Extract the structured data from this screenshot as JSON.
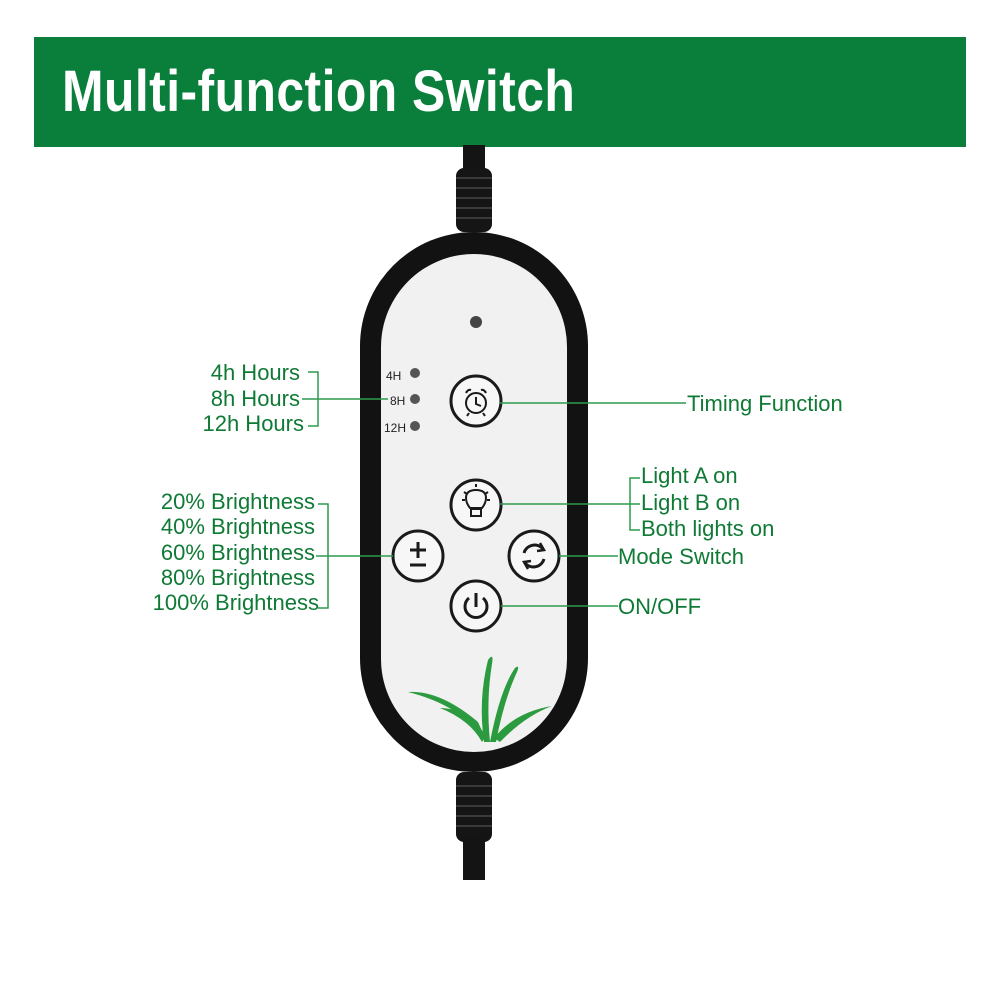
{
  "banner": {
    "title": "Multi-function Switch"
  },
  "colors": {
    "banner_bg": "#0a7f3c",
    "label_text": "#0f7a35",
    "leader_line": "#2e9a4e",
    "device_body": "#111111",
    "panel": "#f2f2f2"
  },
  "indicators": [
    "4H",
    "8H",
    "12H"
  ],
  "timer_labels": [
    "4h Hours",
    "8h Hours",
    "12h Hours"
  ],
  "timing_label": "Timing Function",
  "light_labels": [
    "Light A on",
    "Light B on",
    "Both lights on"
  ],
  "brightness_labels": [
    "20% Brightness",
    "40% Brightness",
    "60% Brightness",
    "80% Brightness",
    "100% Brightness"
  ],
  "mode_label": "Mode Switch",
  "power_label": "ON/OFF",
  "buttons": {
    "timer": "alarm-clock-icon",
    "light": "bulb-icon",
    "brightness": "plus-minus-icon",
    "mode": "refresh-icon",
    "power": "power-icon"
  }
}
